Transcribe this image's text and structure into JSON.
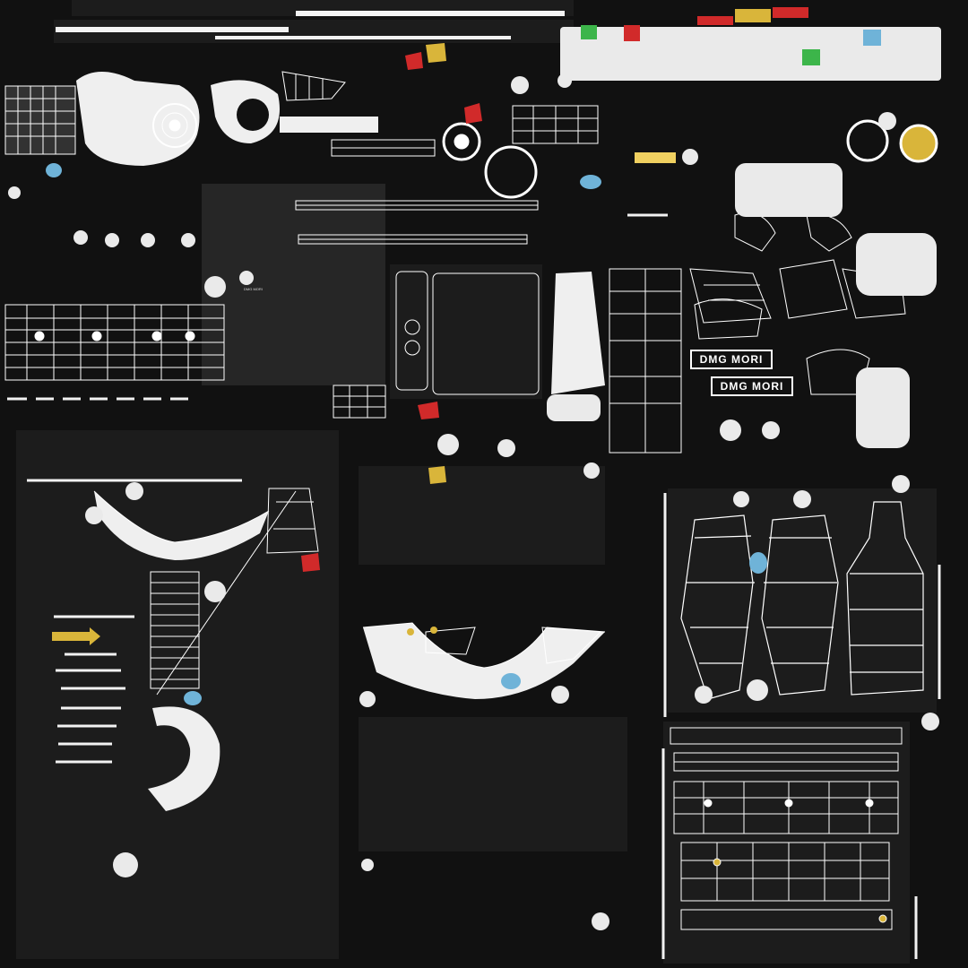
{
  "texture": {
    "logos": [
      {
        "text": "DMG MORI"
      },
      {
        "text": "DMG MORI"
      }
    ],
    "panel_labels": {
      "left": "DMG MORI"
    }
  },
  "colors": {
    "background": "#111111",
    "island": "#1c1c1c",
    "island_dark": "#262626",
    "wire": "#ffffff",
    "fill_light": "#e9e9e9",
    "red": "#d12a2a",
    "yellow": "#d9b53a",
    "blue": "#6fb3d8",
    "green": "#3cb54a"
  }
}
